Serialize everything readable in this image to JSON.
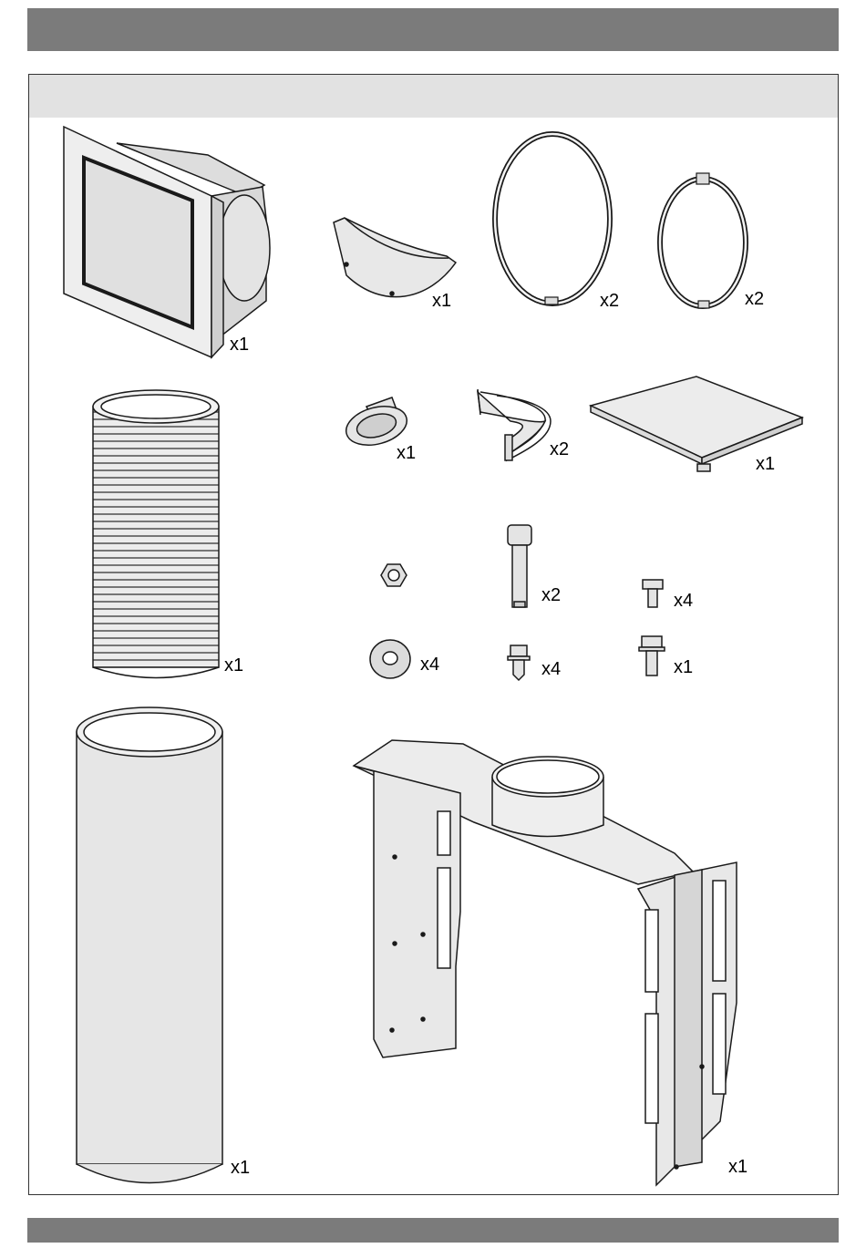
{
  "parts": [
    {
      "id": "wall-box",
      "qty": "x1"
    },
    {
      "id": "half-shell",
      "qty": "x1"
    },
    {
      "id": "ring-large",
      "qty": "x2"
    },
    {
      "id": "clamp-ring",
      "qty": "x2"
    },
    {
      "id": "flex-duct",
      "qty": "x1"
    },
    {
      "id": "sealing-tape",
      "qty": "x1"
    },
    {
      "id": "strap",
      "qty": "x2"
    },
    {
      "id": "cover-plate",
      "qty": "x1"
    },
    {
      "id": "nut",
      "qty": ""
    },
    {
      "id": "long-bolt",
      "qty": "x2"
    },
    {
      "id": "small-screw",
      "qty": "x4"
    },
    {
      "id": "washer",
      "qty": "x4"
    },
    {
      "id": "flange-screw",
      "qty": "x4"
    },
    {
      "id": "hex-bolt",
      "qty": "x1"
    },
    {
      "id": "rigid-pipe",
      "qty": "x1"
    },
    {
      "id": "mounting-frame",
      "qty": "x1"
    }
  ],
  "colors": {
    "bar": "#7b7b7b",
    "header": "#e2e2e2",
    "part_fill": "#e8e8e8",
    "line": "#1a1a1a"
  }
}
